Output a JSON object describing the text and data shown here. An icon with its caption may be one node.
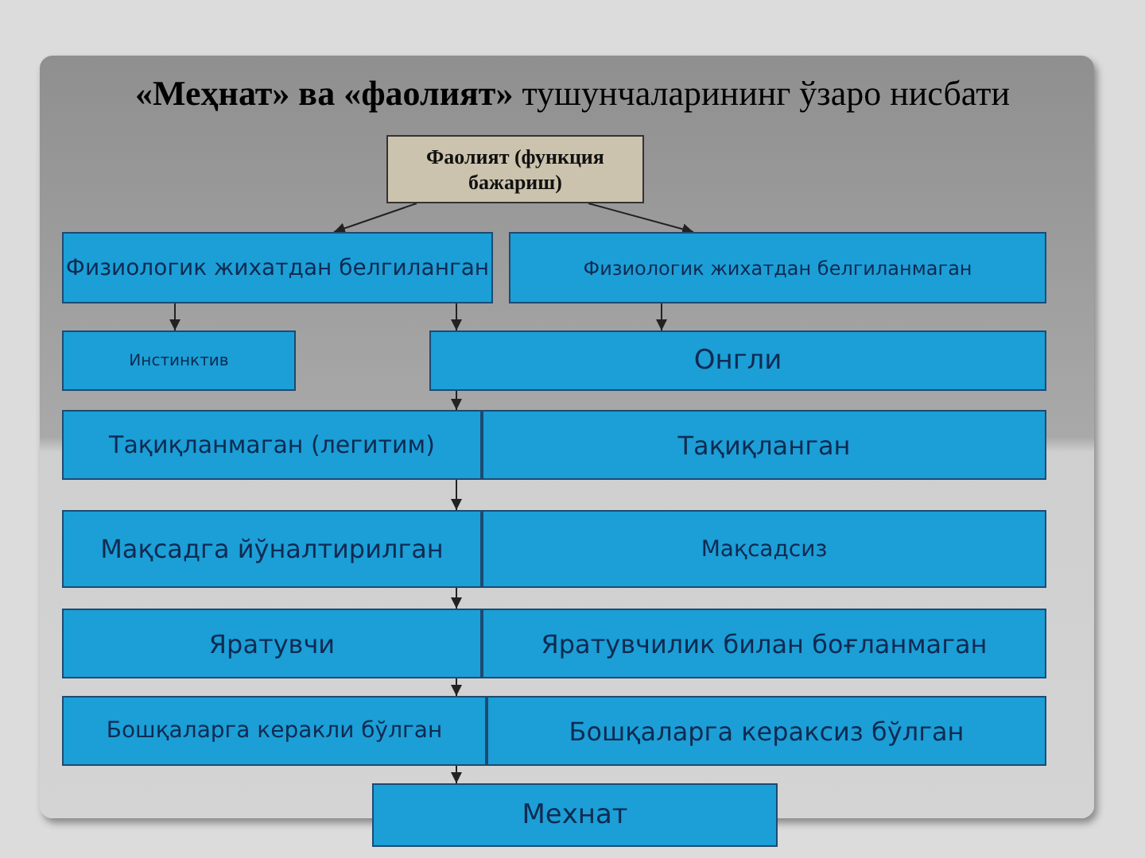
{
  "diagram": {
    "title": "**«Меҳнат» ва «фаолият»** тушунчаларининг ўзаро  нисбати",
    "nodes": [
      {
        "text": [
          "Фаолият  (функция бажариш)"
        ]
      },
      {
        "text": [
          "Физиологик жихатдан белгиланган"
        ]
      },
      {
        "text": [
          "Физиологик жихатдан белгиланмаган"
        ]
      },
      {
        "text": [
          "Инстинктив"
        ]
      },
      {
        "text": [
          "Онгли"
        ]
      },
      {
        "text": [
          "Тақиқланмаган (легитим)"
        ]
      },
      {
        "text": [
          "Тақиқланган"
        ]
      },
      {
        "text": [
          "Мақсадга йўналтирилган"
        ]
      },
      {
        "text": [
          "Мақсадсиз"
        ]
      },
      {
        "text": [
          "Яратувчи"
        ]
      },
      {
        "text": [
          "Яратувчилик билан боғланмаган"
        ]
      },
      {
        "text": [
          "Бошқаларга керакли бўлган"
        ]
      },
      {
        "text": [
          "Бошқаларга кераксиз бўлган"
        ]
      },
      {
        "text": [
          "Мехнат"
        ]
      }
    ],
    "edges": [
      {
        "from": 0,
        "to": 1,
        "arrow": "to"
      },
      {
        "from": 0,
        "to": 2,
        "arrow": "to"
      },
      {
        "from": 1,
        "to": 3,
        "arrow": "to"
      },
      {
        "from": 1,
        "to": 4,
        "arrow": "to"
      },
      {
        "from": 2,
        "to": 4,
        "arrow": "to"
      },
      {
        "from": 4,
        "to": 5,
        "arrow": "to"
      },
      {
        "from": 5,
        "to": 7,
        "arrow": "to"
      },
      {
        "from": 7,
        "to": 9,
        "arrow": "to"
      },
      {
        "from": 9,
        "to": 11,
        "arrow": "to"
      },
      {
        "from": 11,
        "to": 13,
        "arrow": "to"
      }
    ]
  }
}
